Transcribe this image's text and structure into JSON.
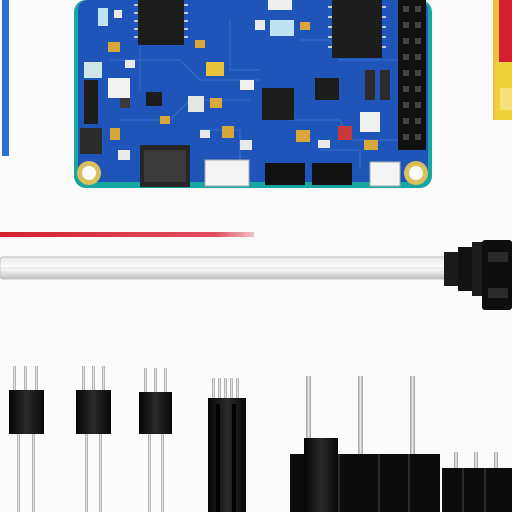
{
  "scene": {
    "background": "#fbfbfb",
    "board_color": "#1f55b8",
    "board_edge_color": "#18a6a0",
    "header_color": "#111111",
    "chip_color": "#1c1c1c",
    "wire_red": "#d4202e",
    "wire_blue": "#2a6fd6",
    "wire_yellow": "#f2d23c",
    "cable_grey": "#cfcfcf",
    "pin_silver": "#c8c8c8",
    "subjects": [
      "microcontroller-board",
      "jumper-cable",
      "pin-header-connectors",
      "power-jack"
    ]
  }
}
